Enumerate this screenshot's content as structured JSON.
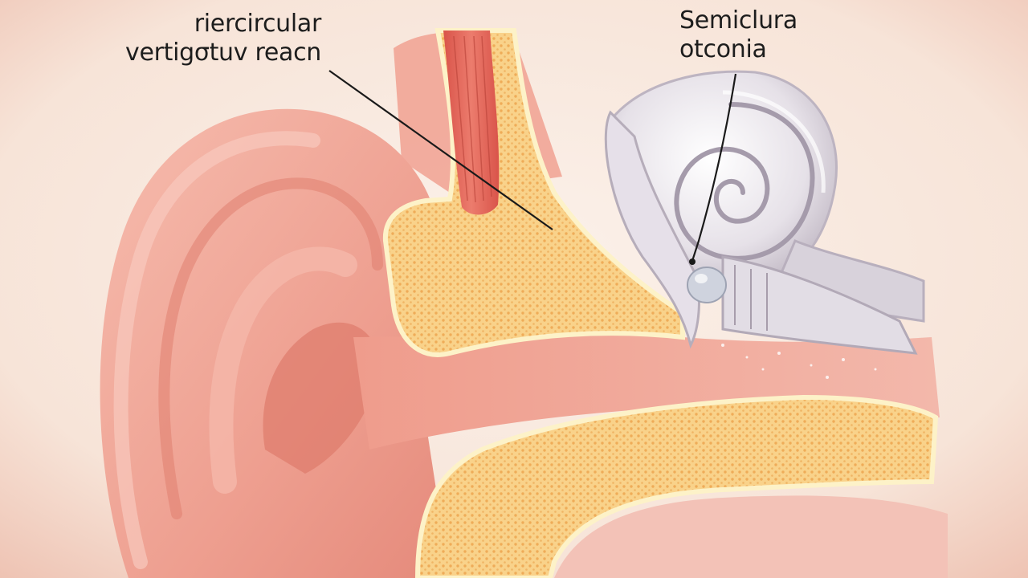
{
  "labels": {
    "left": {
      "line1": "riercircular",
      "line2": "vertigσtuv reacn"
    },
    "right": {
      "line1": "Semiclura",
      "line2": "otconia"
    }
  },
  "colors": {
    "background": "#f7e9df",
    "skin": "#f0a89a",
    "skin_shadow": "#d97868",
    "bone": "#f9d68f",
    "bone_dots": "#f2b45e",
    "bone_rim": "#fdf3cc",
    "muscle": "#e0665a",
    "cochlea": "#e8e4ea",
    "cochlea_shade": "#c9c2cc",
    "leader_line": "#1a1a1a"
  }
}
